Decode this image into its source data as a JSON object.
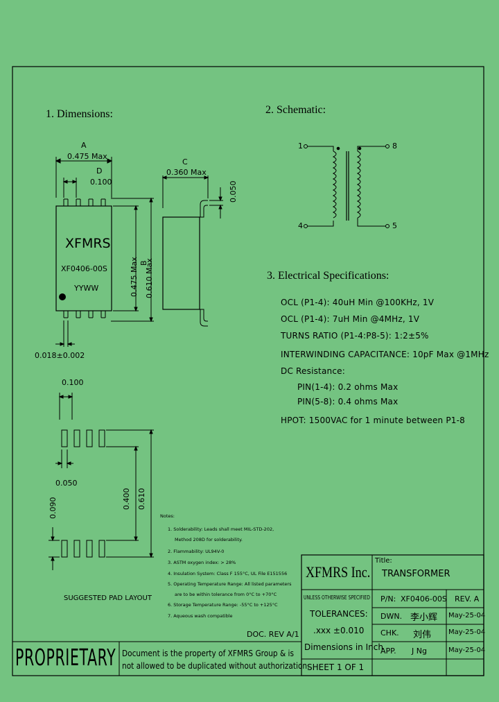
{
  "sections": {
    "dimensions": "1. Dimensions:",
    "schematic": "2. Schematic:",
    "electrical": "3. Electrical   Specifications:"
  },
  "dims": {
    "A": "A",
    "A_val": "0.475 Max",
    "D": "D",
    "D_val": "0.100",
    "C": "C",
    "C_val": "0.360 Max",
    "lead_h": "0.050",
    "B_label": "B",
    "body_h": "0.475 Max",
    "total_h": "0.610 Max",
    "lead_w": "0.018±0.002"
  },
  "package": {
    "brand": "XFMRS",
    "part": "XF0406-00S",
    "date_code": "YYWW"
  },
  "schematic": {
    "pin1": "1",
    "pin4": "4",
    "pin8": "8",
    "pin5": "5"
  },
  "electrical_specs": [
    "OCL (P1-4): 40uH Min @100KHz, 1V",
    "OCL (P1-4): 7uH Min @4MHz, 1V",
    "TURNS RATIO (P1-4:P8-5): 1:2±5%",
    "INTERWINDING CAPACITANCE: 10pF Max @1MHz",
    "DC Resistance:",
    "PIN(1-4): 0.2 ohms Max",
    "PIN(5-8): 0.4 ohms Max",
    "HPOT: 1500VAC for 1 minute between P1-8"
  ],
  "pad_layout": {
    "pitch": "0.100",
    "pad_w": "0.050",
    "pad_h": "0.090",
    "inner": "0.400",
    "outer": "0.610",
    "caption": "SUGGESTED PAD LAYOUT"
  },
  "notes": {
    "title": "Notes:",
    "items": [
      "1. Solderability: Leads shall meet MIL-STD-202,",
      "Method 208D for solderability.",
      "2. Flammability: UL94V-0",
      "3. ASTM oxygen index: > 28%",
      "4. Insulation System: Class F 155°C, UL File E151556",
      "5. Operating Temperature Range: All listed parameters",
      "are to be within tolerance from 0°C to +70°C",
      "6. Storage Temperature Range: -55°C to +125°C",
      "7. Aqueous wash compatible"
    ]
  },
  "doc_rev": "DOC. REV A/1",
  "title_block": {
    "company": "XFMRS Inc.",
    "title_label": "Title:",
    "title": "TRANSFORMER",
    "unless": "UNLESS OTHERWISE SPECIFIED",
    "tolerances": "TOLERANCES:",
    "tol_value": ".xxx ±0.010",
    "dim_unit": "Dimensions in Inch",
    "sheet": "SHEET  1  OF  1",
    "pn_label": "P/N:",
    "pn": "XF0406-00S",
    "rev": "REV. A",
    "dwn_label": "DWN.",
    "dwn_sign": "李小辉",
    "dwn_date": "May-25-04",
    "chk_label": "CHK.",
    "chk_sign": "刘伟",
    "chk_date": "May-25-04",
    "app_label": "APP.",
    "app_sign": "J Ng",
    "app_date": "May-25-04"
  },
  "proprietary": {
    "label": "PROPRIETARY",
    "line1": "Document is the property of XFMRS Group & is",
    "line2": "not allowed to be duplicated without authorization."
  }
}
